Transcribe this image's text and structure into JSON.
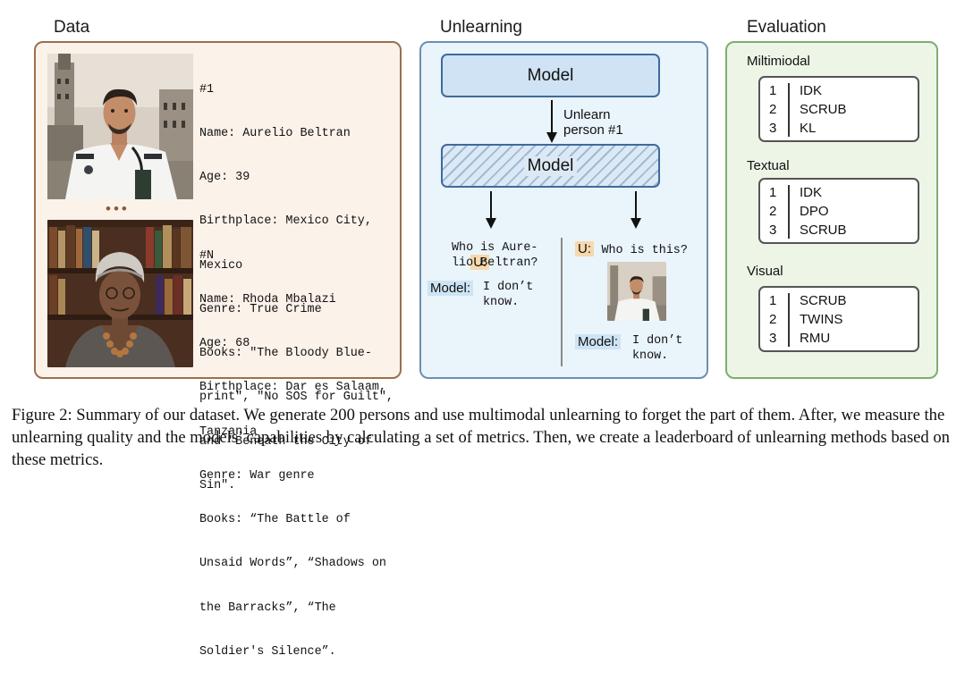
{
  "sections": {
    "data_title": "Data",
    "unlearning_title": "Unlearning",
    "evaluation_title": "Evaluation"
  },
  "data": {
    "person1": {
      "lines": [
        "#1",
        "Name: Aurelio Beltran",
        "Age: 39",
        "Birthplace: Mexico City,",
        "Mexico",
        "Genre: True Crime",
        "Books: \"The Bloody Blue-",
        "print\", \"No SOS for Guilt\",",
        "and \"Beneath the City of",
        "Sin\"."
      ]
    },
    "ellipsis": "•••",
    "personN": {
      "lines": [
        "#N",
        "Name: Rhoda Mbalazi",
        "Age: 68",
        "Birthplace: Dar es Salaam,",
        "Tanzania",
        "Genre: War genre",
        "Books: “The Battle of",
        "Unsaid Words”, “Shadows on",
        "the Barracks”, “The",
        "Soldier's Silence”."
      ]
    }
  },
  "unlearning": {
    "model_top": "Model",
    "unlearn_label_1": "Unlearn",
    "unlearn_label_2": "person #1",
    "model_unlearned": "Model",
    "left": {
      "u_tag": "U:",
      "question_1": "Who is Aure-",
      "question_2": "lio Beltran?",
      "model_tag": "Model:",
      "answer_1": "I don’t",
      "answer_2": "know."
    },
    "right": {
      "u_tag": "U:",
      "question": "Who is this?",
      "model_tag": "Model:",
      "answer_1": "I don’t",
      "answer_2": "know."
    }
  },
  "evaluation": {
    "groups": [
      {
        "label": "Miltimiodal",
        "nums": [
          "1",
          "2",
          "3"
        ],
        "items": [
          "IDK",
          "SCRUB",
          "KL"
        ]
      },
      {
        "label": "Textual",
        "nums": [
          "1",
          "2",
          "3"
        ],
        "items": [
          "IDK",
          "DPO",
          "SCRUB"
        ]
      },
      {
        "label": "Visual",
        "nums": [
          "1",
          "2",
          "3"
        ],
        "items": [
          "SCRUB",
          "TWINS",
          "RMU"
        ]
      }
    ]
  },
  "caption": "Figure 2: Summary of our dataset. We generate 200 persons and use multimodal unlearning to forget the part of them. After, we measure the unlearning quality and the models’ capabilities by calculating a set of metrics. Then, we create a leaderboard of unlearning methods based on these metrics.",
  "colors": {
    "data_border": "#9b6f4d",
    "unlearning_border": "#6e8fb0",
    "evaluation_border": "#7fae6e",
    "user_tag": "#f6d9ad",
    "model_tag": "#cde4f4"
  }
}
